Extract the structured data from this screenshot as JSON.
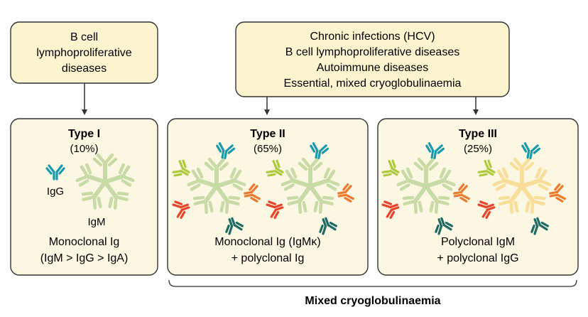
{
  "top_left_box": {
    "lines": [
      "B cell",
      "lymphoproliferative",
      "diseases"
    ]
  },
  "top_right_box": {
    "lines": [
      "Chronic infections (HCV)",
      "B cell lymphoproliferative diseases",
      "Autoimmune diseases",
      "Essential, mixed cryoglobulinaemia"
    ]
  },
  "type1": {
    "title": "Type I",
    "percent": "(10%)",
    "label_igg": "IgG",
    "label_igm": "IgM",
    "desc": [
      "Monoclonal Ig",
      "(IgM > IgG > IgA)"
    ]
  },
  "type2": {
    "title": "Type II",
    "percent": "(65%)",
    "desc": [
      "Monoclonal Ig (IgMκ)",
      "+ polyclonal Ig"
    ]
  },
  "type3": {
    "title": "Type III",
    "percent": "(25%)",
    "desc": [
      "Polyclonal IgM",
      "+ polyclonal IgG"
    ]
  },
  "bracket_label": "Mixed cryoglobulinaemia",
  "colors": {
    "top_box_fill": "#fcf3cf",
    "type_box_fill": "#fbf7e3",
    "box_stroke": "#333333",
    "igm_green": "#c8dba6",
    "igm_yellow": "#f9de9a",
    "teal": "#1a9aae",
    "yellow_green": "#aec93c",
    "orange": "#ee7a2e",
    "red": "#e8432c",
    "dark_teal": "#1f6b63",
    "green": "#7ab648"
  }
}
